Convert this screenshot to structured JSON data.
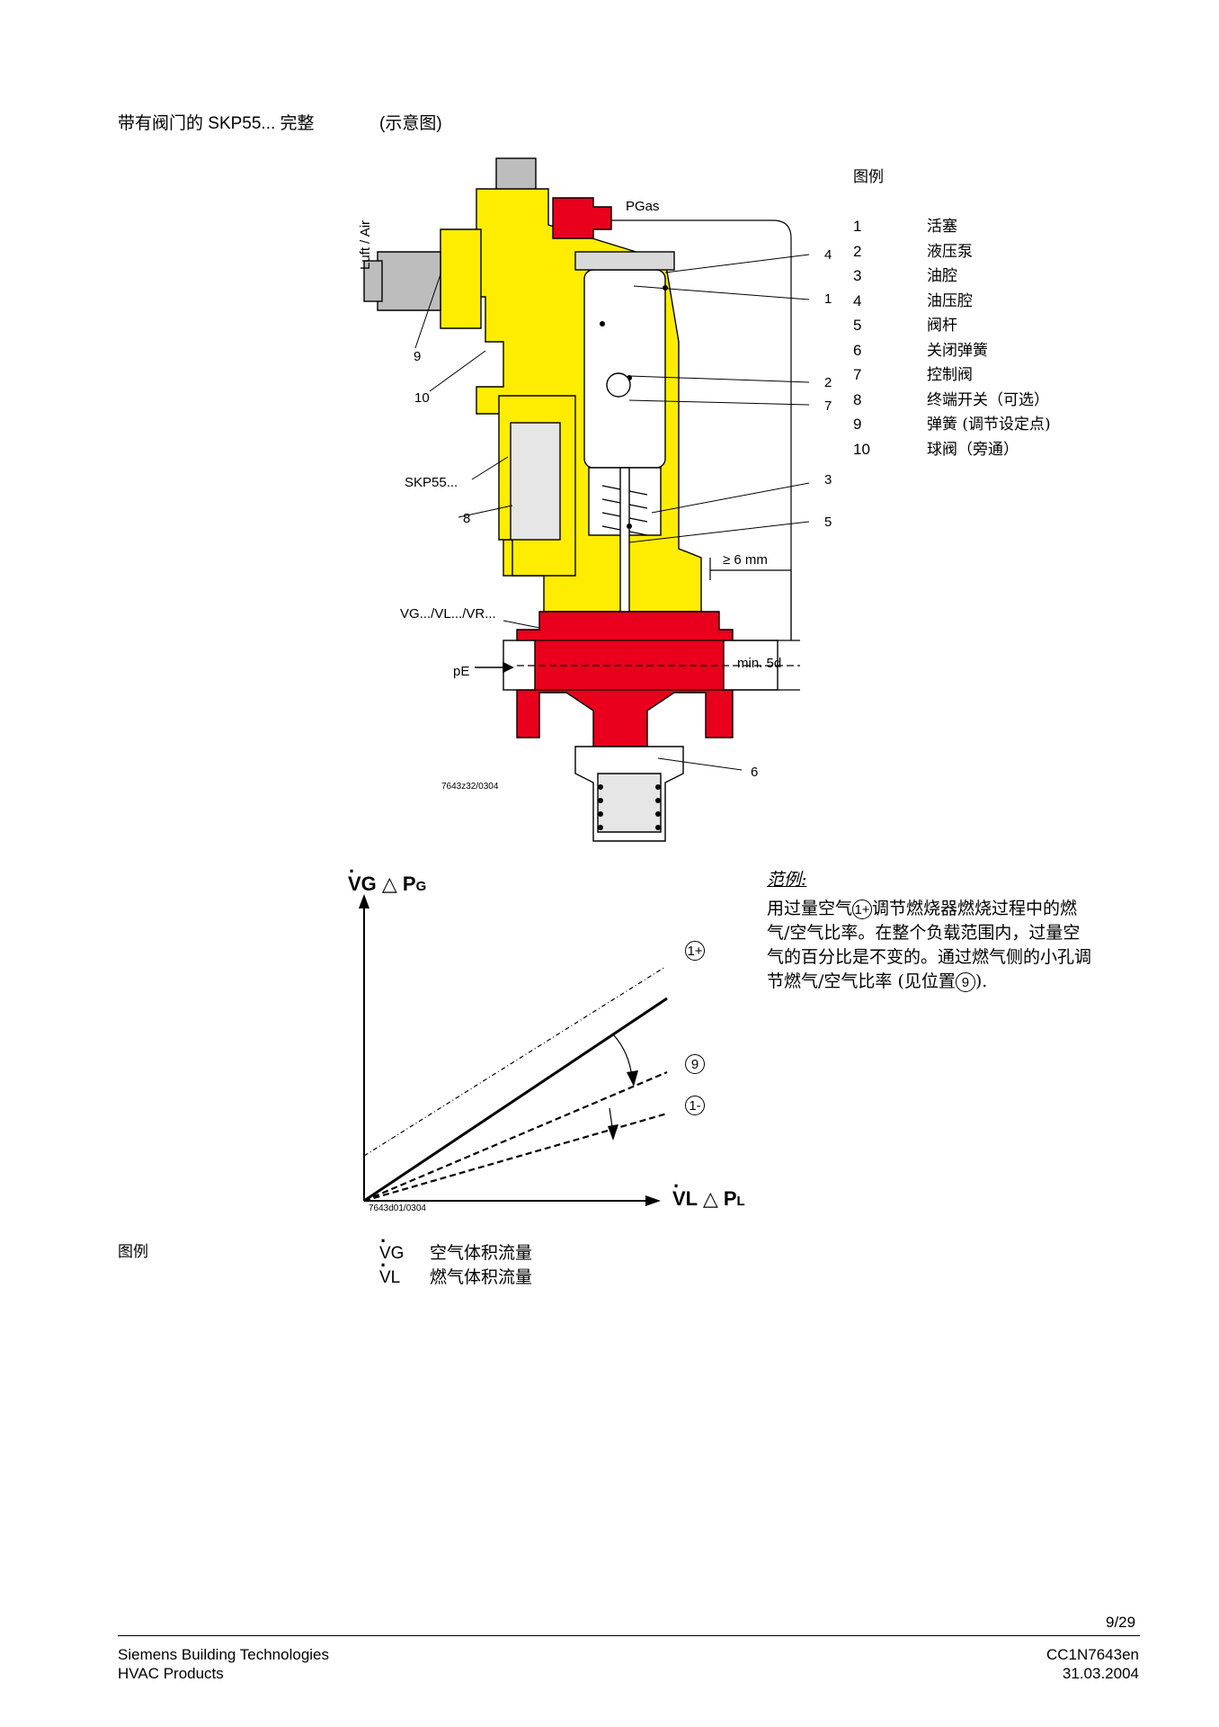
{
  "header": {
    "left_title": "带有阀门的 SKP55... 完整",
    "right_title": "(示意图)"
  },
  "drawing": {
    "label_luft": "Luft / Air",
    "label_pgas": "PGas",
    "label_skp": "SKP55...",
    "label_vg": "VG.../VL.../VR...",
    "label_pe": "pE",
    "label_6mm": "≥ 6 mm",
    "label_min5d": "min. 5d",
    "drawing_code": "7643z32/0304",
    "callouts": [
      "4",
      "1",
      "2",
      "7",
      "3",
      "5",
      "6",
      "9",
      "10",
      "8"
    ]
  },
  "legend": {
    "title": "图例",
    "items": [
      {
        "num": "1",
        "text": "活塞"
      },
      {
        "num": "2",
        "text": "液压泵"
      },
      {
        "num": "3",
        "text": "油腔"
      },
      {
        "num": "4",
        "text": "油压腔"
      },
      {
        "num": "5",
        "text": "阀杆"
      },
      {
        "num": "6",
        "text": "关闭弹簧"
      },
      {
        "num": "7",
        "text": "控制阀"
      },
      {
        "num": "8",
        "text": "终端开关（可选）"
      },
      {
        "num": "9",
        "text": "弹簧 (调节设定点)"
      },
      {
        "num": "10",
        "text": "球阀（旁通）"
      }
    ]
  },
  "graph": {
    "y_label_main": "VG △ P",
    "y_label_sub": "G",
    "x_label_main": "VL △ P",
    "x_label_sub": "L",
    "code": "7643d01/0304",
    "curve_labels": [
      "1+",
      "9",
      "1-"
    ]
  },
  "example": {
    "heading": "范例:",
    "line1_a": "用过量空气",
    "line1_circ": "1+",
    "line1_b": "调节燃烧器燃烧过程中的燃",
    "line2": "气/空气比率。在整个负载范围内，过量空",
    "line3": "气的百分比是不变的。通过燃气侧的小孔调",
    "line4_a": "节燃气/空气比率 (见位置",
    "line4_circ": "9",
    "line4_b": ")."
  },
  "bottom_legend": {
    "title": "图例",
    "items": [
      {
        "sym": "VG",
        "text": "空气体积流量"
      },
      {
        "sym": "VL",
        "text": "燃气体积流量"
      }
    ]
  },
  "footer": {
    "page": "9/29",
    "company": "Siemens Building Technologies",
    "division": "HVAC Products",
    "doc_id": "CC1N7643en",
    "date": "31.03.2004"
  },
  "colors": {
    "yellow": "#ffed00",
    "red": "#e8001c",
    "grey": "#bdbdbd"
  }
}
